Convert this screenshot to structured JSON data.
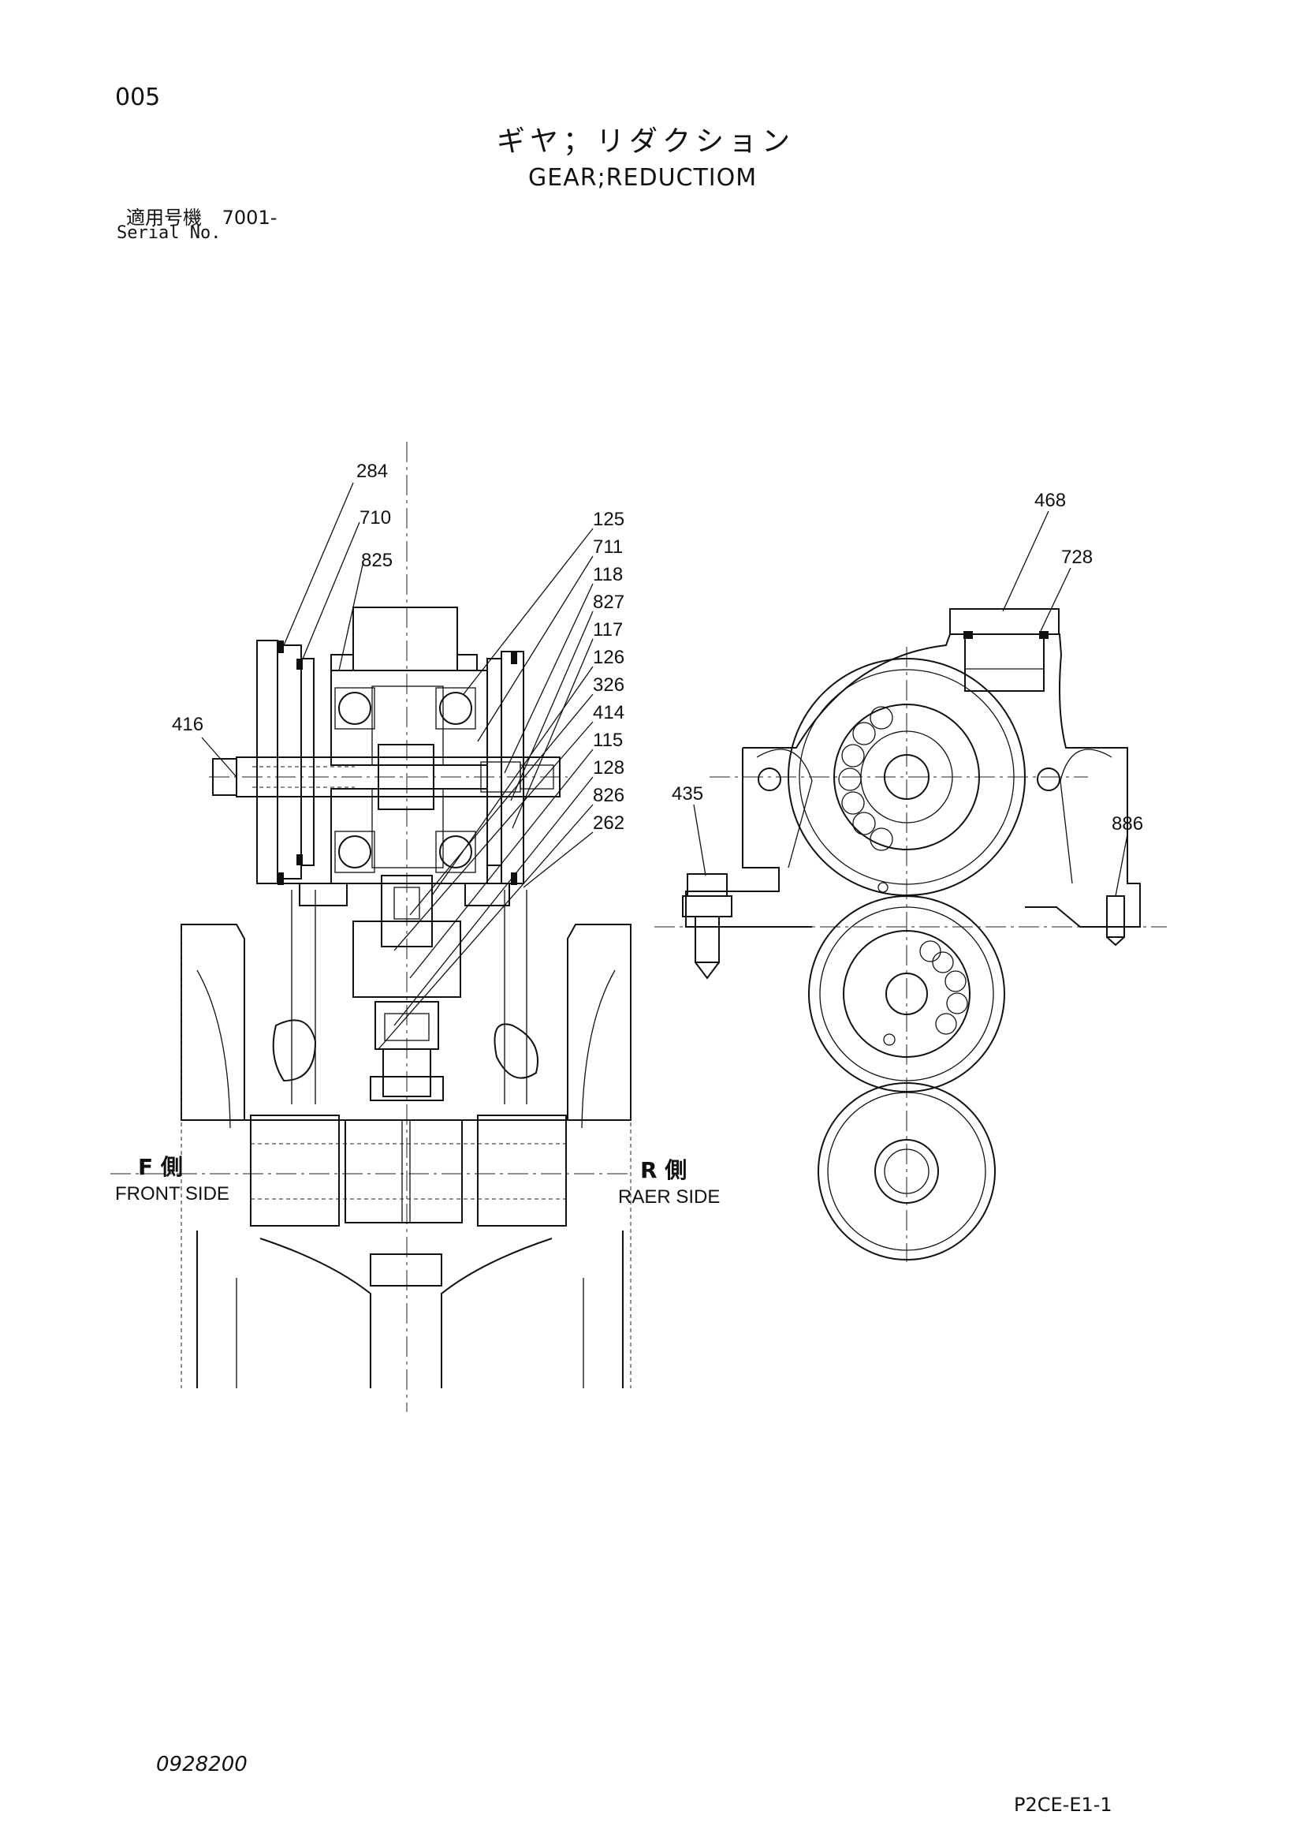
{
  "header": {
    "page_number": "005",
    "title_jp": "ギヤ；リダクション",
    "title_en": "GEAR;REDUCTIOM",
    "serial_label_jp": "適用号機",
    "serial_value": "7001-",
    "serial_label_en": "Serial No."
  },
  "callouts_left": [
    "284",
    "710",
    "825",
    "416",
    "125",
    "711",
    "118",
    "827",
    "117",
    "126",
    "326",
    "414",
    "115",
    "128",
    "826",
    "262"
  ],
  "callouts_right": [
    "468",
    "728",
    "435",
    "886"
  ],
  "side_labels": {
    "front_head": "F 側",
    "front_sub": "FRONT SIDE",
    "rear_head": "R 側",
    "rear_sub": "RAER SIDE"
  },
  "footer": {
    "left_code": "0928200",
    "right_code": "P2CE-E1-1"
  }
}
